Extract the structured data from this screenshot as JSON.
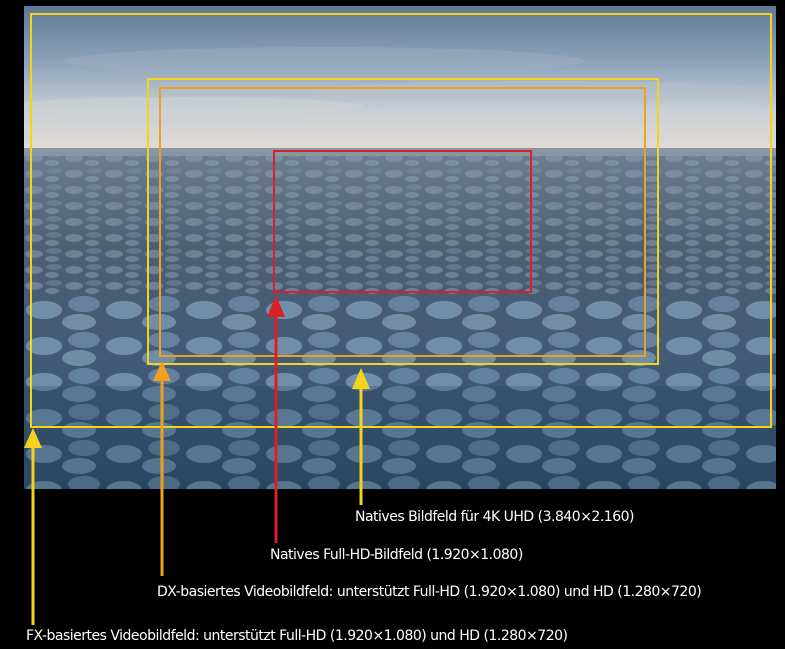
{
  "colors": {
    "fx_frame": "#f5d21c",
    "uhd_frame": "#f5d21c",
    "dx_frame": "#f0a020",
    "fullhd_frame": "#d8202a",
    "background": "#000000",
    "label_text": "#ffffff"
  },
  "labels": {
    "uhd": "Natives Bildfeld für 4K UHD (3.840×2.160)",
    "fullhd": "Natives Full-HD-Bildfeld (1.920×1.080)",
    "dx": "DX-basiertes Videobildfeld: unterstützt Full-HD (1.920×1.080) und HD (1.280×720)",
    "fx": "FX-basiertes Videobildfeld: unterstützt Full-HD (1.920×1.080) und HD (1.280×720)"
  }
}
